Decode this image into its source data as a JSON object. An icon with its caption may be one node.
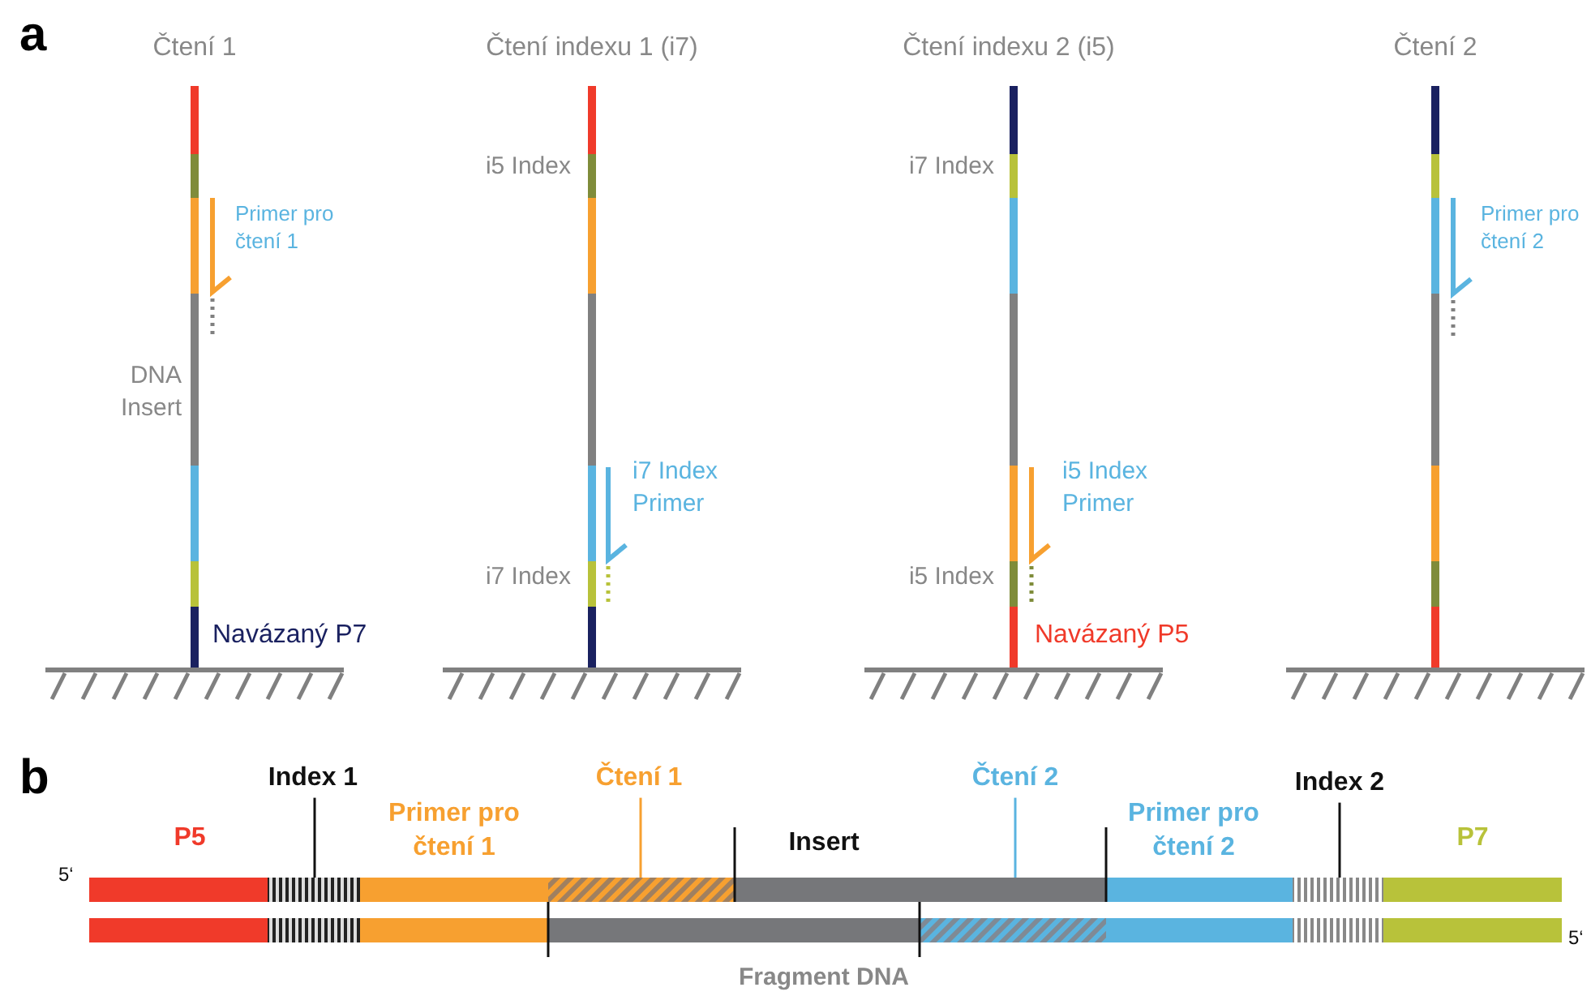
{
  "diagram": {
    "nodes": [
      {
        "text": [
          "Index 1"
        ]
      },
      {
        "text": [
          "Čtení 1"
        ]
      },
      {
        "text": [
          "Čtení 2"
        ]
      },
      {
        "text": [
          "Index 2"
        ]
      },
      {
        "text": [],
        "shape": "bar"
      },
      {
        "text": [],
        "shape": "bar"
      }
    ],
    "edges": [
      {
        "from": 0,
        "to": 4,
        "arrow": "none"
      },
      {
        "from": 1,
        "to": 4,
        "arrow": "none",
        "color": "#f7a030"
      },
      {
        "from": 2,
        "to": 4,
        "arrow": "none",
        "color": "#5ab4e0"
      },
      {
        "from": 3,
        "to": 4,
        "arrow": "none"
      }
    ],
    "labels": [
      "a",
      "Čtení 1",
      "Čtení indexu 1 (i7)",
      "Čtení indexu 2 (i5)",
      "Čtení 2",
      "Primer pro čtení 1",
      "i5 Index",
      "i7 Index",
      "Primer pro čtení 2",
      "DNA Insert",
      "i7 Index Primer",
      "i5 Index Primer",
      "i7 Index",
      "i5 Index",
      "Navázaný P7",
      "Navázaný P5",
      "b",
      "P5",
      "Primer pro čtení 1",
      "Insert",
      "Primer pro čtení 2",
      "P7",
      "5‘",
      "5‘",
      "Fragment DNA"
    ]
  }
}
